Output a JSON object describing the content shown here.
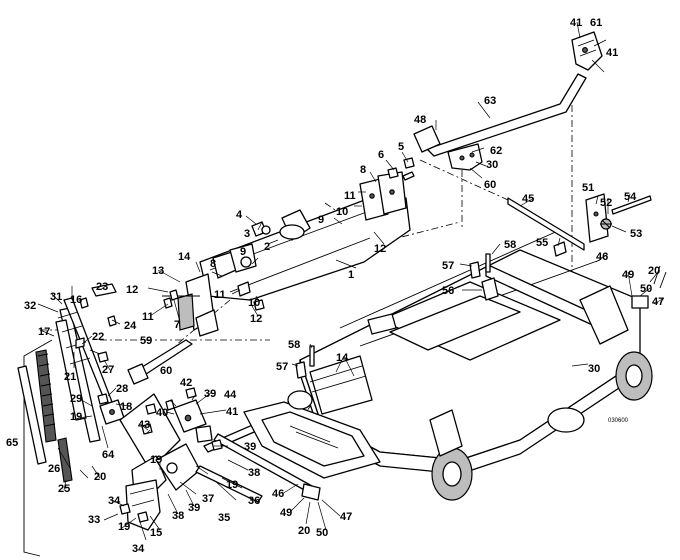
{
  "figure_ref": "030600",
  "callouts": [
    "1",
    "2",
    "3",
    "4",
    "5",
    "6",
    "7",
    "8",
    "8",
    "9",
    "9",
    "10",
    "10",
    "11",
    "11",
    "11",
    "12",
    "12",
    "12",
    "13",
    "14",
    "14",
    "15",
    "16",
    "17",
    "18",
    "19",
    "19",
    "19",
    "19",
    "20",
    "20",
    "20",
    "21",
    "22",
    "23",
    "24",
    "25",
    "26",
    "27",
    "28",
    "29",
    "30",
    "30",
    "31",
    "32",
    "33",
    "34",
    "34",
    "35",
    "36",
    "37",
    "38",
    "38",
    "39",
    "39",
    "39",
    "40",
    "41",
    "41",
    "41",
    "42",
    "43",
    "44",
    "45",
    "46",
    "46",
    "47",
    "47",
    "48",
    "49",
    "49",
    "50",
    "50",
    "51",
    "52",
    "53",
    "54",
    "55",
    "56",
    "57",
    "57",
    "58",
    "58",
    "59",
    "60",
    "60",
    "61",
    "62",
    "63",
    "64",
    "65"
  ]
}
